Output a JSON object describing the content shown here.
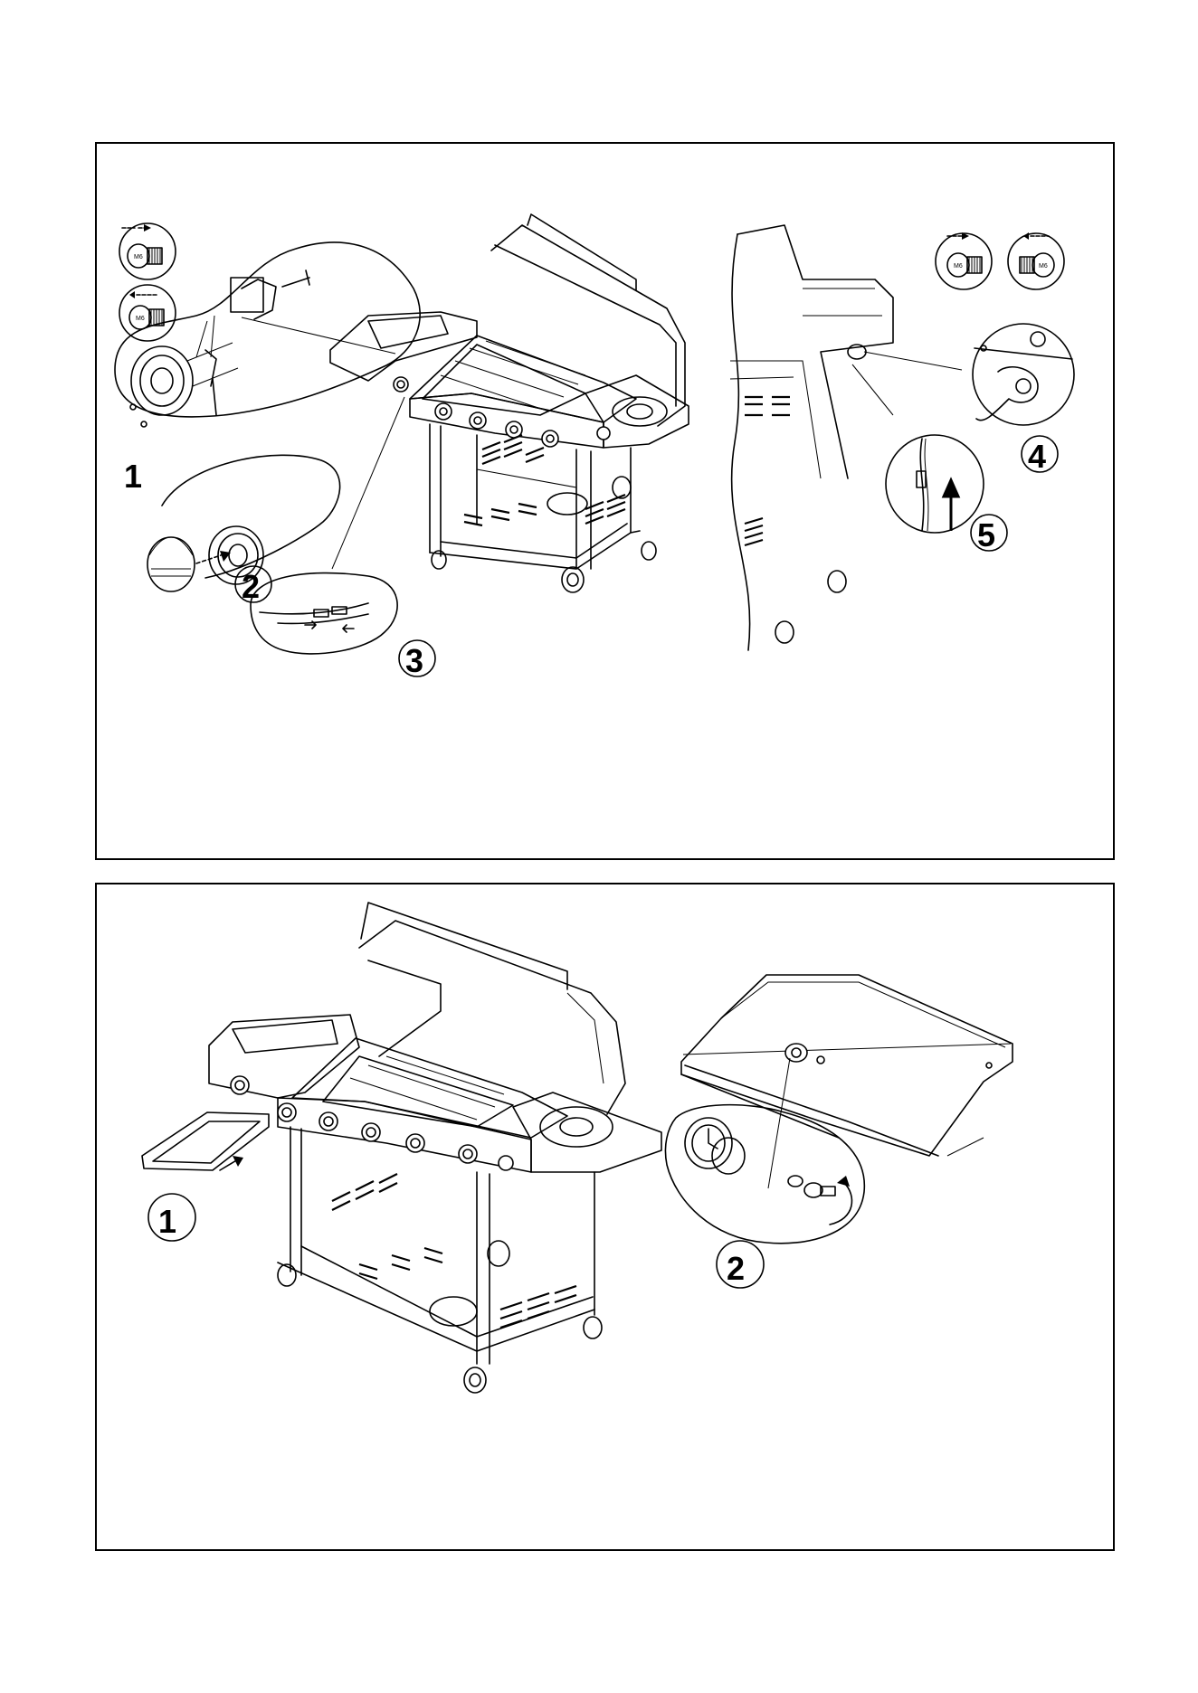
{
  "top_panel": {
    "callouts": [
      "1",
      "2",
      "3",
      "4",
      "5"
    ],
    "badge_text": "M6"
  },
  "bottom_panel": {
    "callouts": [
      "1",
      "2"
    ]
  },
  "icons": [
    "grill-illustration",
    "screw-icon",
    "push-arrow-icon",
    "rotate-arrow-icon",
    "knob-icon"
  ]
}
